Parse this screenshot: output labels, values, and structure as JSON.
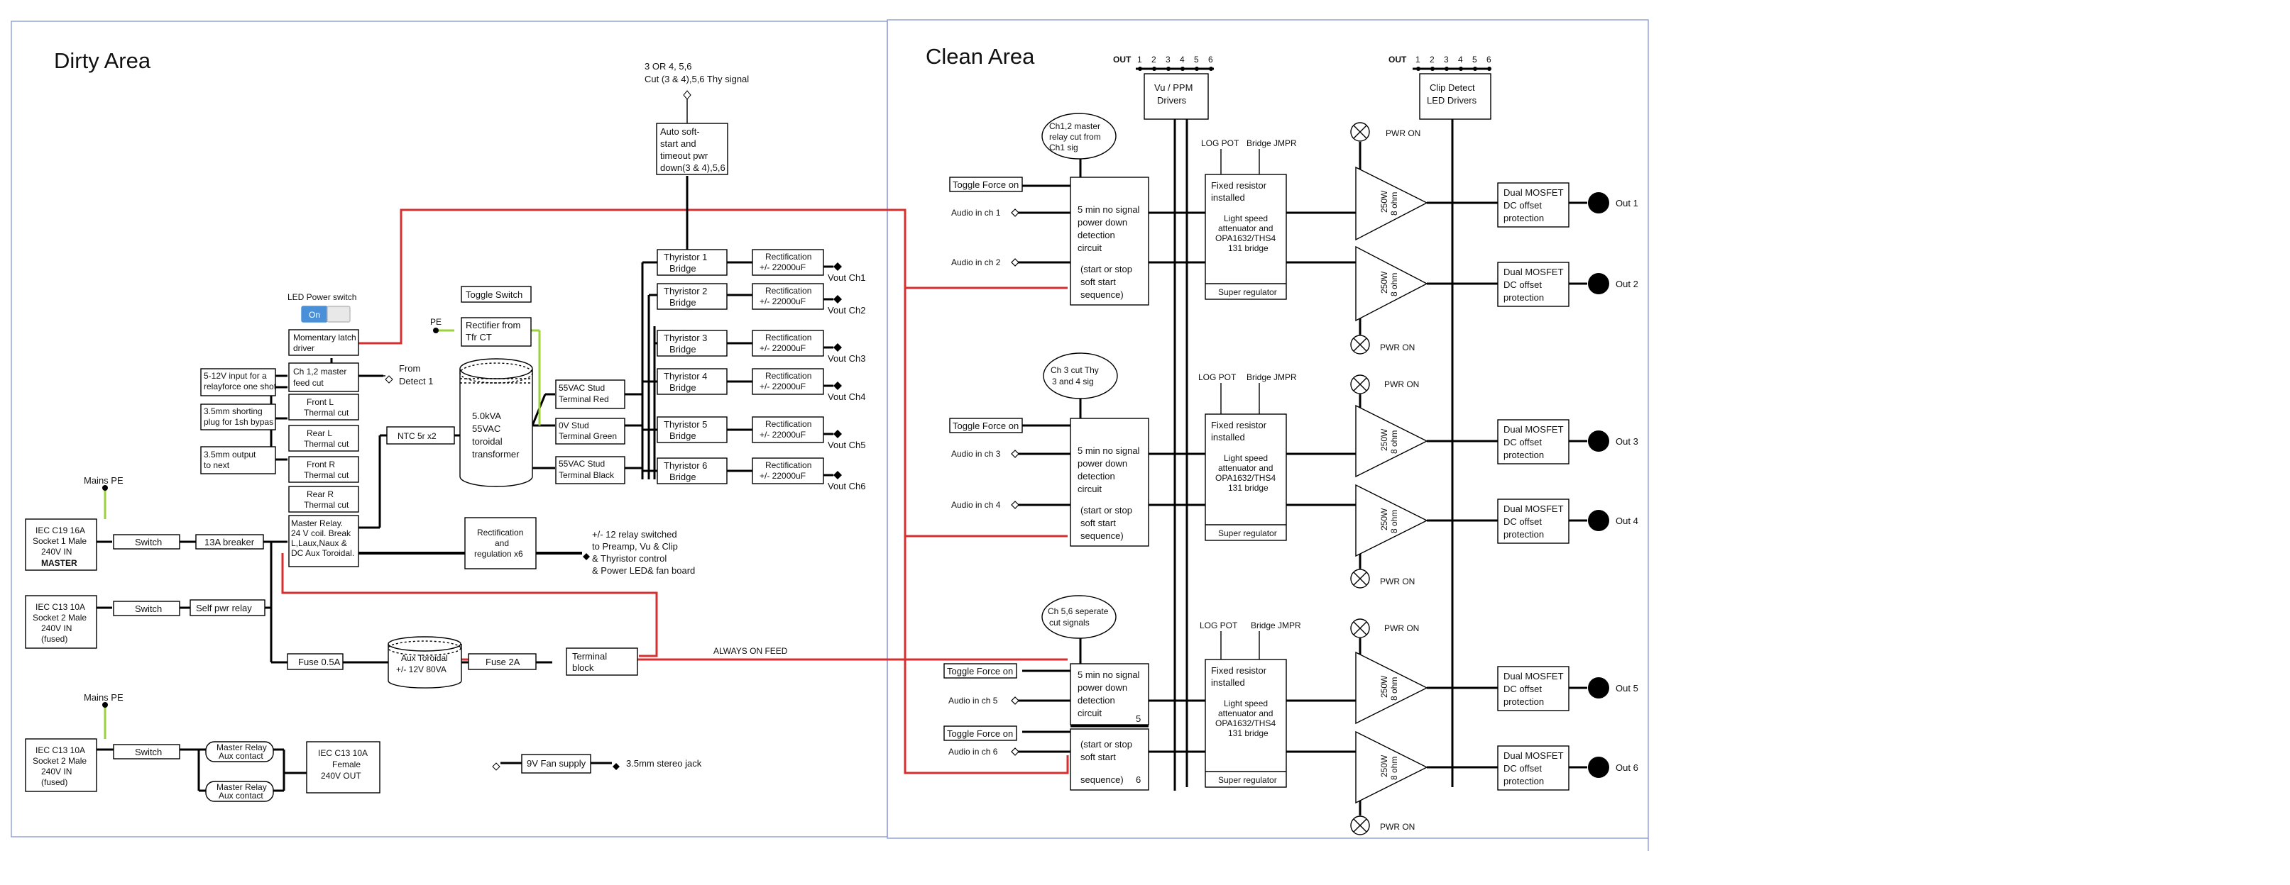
{
  "areas": {
    "dirty": "Dirty Area",
    "clean": "Clean Area"
  },
  "dirty": {
    "led_power_switch": "LED Power switch",
    "led_on": "On",
    "momentary_latch": [
      "Momentary latch",
      "driver"
    ],
    "ch12_master_feed": [
      "Ch 1,2 master",
      "feed cut"
    ],
    "from_detect": [
      "From",
      "Detect 1"
    ],
    "relay_input": [
      "5-12V input for a",
      "relayforce one shot"
    ],
    "shorting_plug": [
      "3.5mm shorting",
      "plug for 1sh bypas"
    ],
    "output_next": [
      "3.5mm output",
      "to next"
    ],
    "front_l": [
      "Front L",
      "Thermal cut"
    ],
    "rear_l": [
      "Rear L",
      "Thermal cut"
    ],
    "front_r": [
      "Front R",
      "Thermal cut"
    ],
    "rear_r": [
      "Rear R",
      "Thermal cut"
    ],
    "master_relay": [
      "Master Relay.",
      "24  V coil. Break",
      "L,Laux,Naux &",
      "DC Aux Toroidal."
    ],
    "ntc": "NTC 5r x2",
    "toroidal": [
      "5.0kVA",
      "55VAC",
      "toroidal",
      "transformer"
    ],
    "stud_red": [
      "55VAC Stud",
      "Terminal Red"
    ],
    "stud_green": [
      "0V Stud",
      "Terminal Green"
    ],
    "stud_black": [
      "55VAC Stud",
      "Terminal Black"
    ],
    "pe": "PE",
    "toggle_switch": "Toggle Switch",
    "rectifier_tfr": [
      "Rectifier from",
      "Tfr CT"
    ],
    "thy_signal": [
      "3 OR 4, 5,6",
      "Cut (3 & 4),5,6 Thy signal"
    ],
    "auto_soft": [
      "Auto soft-",
      "start and",
      "timeout pwr",
      "down(3 & 4),5,6"
    ],
    "thyristors": [
      [
        "Thyristor 1",
        "Bridge"
      ],
      [
        "Thyristor 2",
        "Bridge"
      ],
      [
        "Thyristor 3",
        "Bridge"
      ],
      [
        "Thyristor 4",
        "Bridge"
      ],
      [
        "Thyristor 5",
        "Bridge"
      ],
      [
        "Thyristor 6",
        "Bridge"
      ]
    ],
    "rect_label": [
      "Rectification",
      "+/- 22000uF"
    ],
    "vouts": [
      "Vout Ch1",
      "Vout Ch2",
      "Vout Ch3",
      "Vout Ch4",
      "Vout Ch5",
      "Vout Ch6"
    ],
    "mains_pe": "Mains PE",
    "iec1": [
      "IEC C19 16A",
      "Socket 1 Male",
      "240V IN",
      "MASTER"
    ],
    "iec2": [
      "IEC C13 10A",
      "Socket 2 Male",
      "240V IN",
      "(fused)"
    ],
    "iec3": [
      "IEC C13 10A",
      "Socket 2 Male",
      "240V IN",
      "(fused)"
    ],
    "switch": "Switch",
    "breaker": "13A breaker",
    "self_relay": "Self pwr relay",
    "rect_reg": [
      "Rectification",
      "and",
      "regulation x6"
    ],
    "relay_switched": [
      "+/- 12 relay switched",
      "to Preamp, Vu & Clip",
      "& Thyristor control",
      "& Power LED& fan board"
    ],
    "fuse05": "Fuse 0.5A",
    "aux_toroidal": [
      "Aux Toroidal",
      "+/- 12V 80VA"
    ],
    "fuse2": "Fuse 2A",
    "terminal_block": [
      "Terminal",
      "block"
    ],
    "always_on": "ALWAYS ON FEED",
    "aux_contact": [
      "Master Relay",
      "Aux contact"
    ],
    "iec_out": [
      "IEC C13 10A",
      "Female",
      "240V OUT"
    ],
    "fan_supply": "9V Fan supply",
    "stereo_jack": "3.5mm stereo jack"
  },
  "clean": {
    "out_label": "OUT",
    "out_numbers": [
      "1",
      "2",
      "3",
      "4",
      "5",
      "6"
    ],
    "vu_drivers": [
      "Vu / PPM",
      "Drivers"
    ],
    "clip_drivers": [
      "Clip Detect",
      "LED Drivers"
    ],
    "cut_notes": [
      [
        "Ch1,2 master",
        "relay cut from",
        "Ch1 sig"
      ],
      [
        "Ch 3 cut Thy",
        "3 and 4 sig"
      ],
      [
        "Ch 5,6 seperate",
        "cut signals"
      ]
    ],
    "toggle_force": "Toggle Force on",
    "audio_in": [
      "Audio in ch 1",
      "Audio in ch 2",
      "Audio in ch 3",
      "Audio in ch 4",
      "Audio in ch 5",
      "Audio in ch 6"
    ],
    "detect_text": [
      "5 min no signal",
      "power down",
      "detection",
      "circuit"
    ],
    "soft_text": [
      "(start or stop",
      "soft start",
      "sequence)"
    ],
    "ch5": "5",
    "ch6": "6",
    "log_pot": "LOG POT",
    "bridge_jmpr": "Bridge JMPR",
    "fixed_resistor": [
      "Fixed resistor",
      "installed"
    ],
    "attenuator": [
      "Light speed",
      "attenuator and",
      "OPA1632/THS4",
      "131 bridge"
    ],
    "super_reg": "Super regulator",
    "amp_label": [
      "250W",
      "8 ohm"
    ],
    "pwr_on": "PWR ON",
    "dc_protect": [
      "Dual MOSFET",
      "DC offset",
      "protection"
    ],
    "outs": [
      "Out 1",
      "Out 2",
      "Out 3",
      "Out 4",
      "Out 5",
      "Out 6"
    ]
  }
}
